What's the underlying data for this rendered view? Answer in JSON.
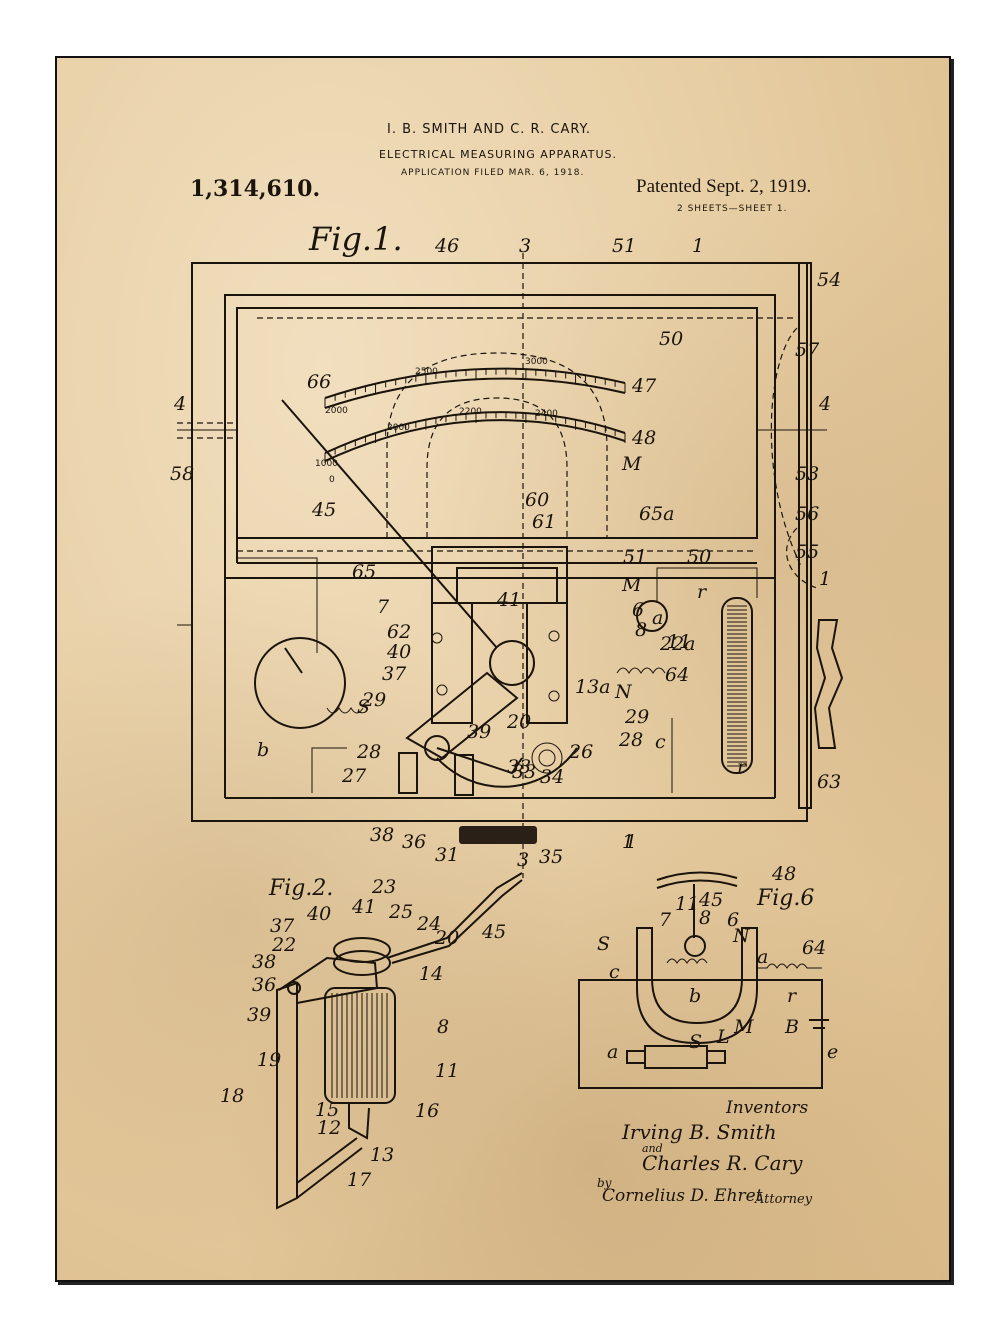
{
  "header": {
    "authors": "I. B. SMITH AND C. R. CARY.",
    "title": "ELECTRICAL MEASURING APPARATUS.",
    "application": "APPLICATION FILED MAR. 6, 1918.",
    "patent_number": "1,314,610.",
    "patented": "Patented Sept. 2, 1919.",
    "sheets": "2 SHEETS—SHEET 1."
  },
  "figures": {
    "fig1": "Fig.1.",
    "fig2": "Fig.2.",
    "fig6": "Fig.6"
  },
  "scale": {
    "outer": [
      "2000",
      "2500",
      "3000"
    ],
    "inner": [
      "1000",
      "2000",
      "2200",
      "2400"
    ],
    "zero": "0"
  },
  "fig1_labels": [
    "46",
    "3",
    "51",
    "1",
    "54",
    "50",
    "57",
    "66",
    "47",
    "4",
    "4",
    "48",
    "58",
    "M",
    "53",
    "45",
    "60",
    "61",
    "65a",
    "56",
    "55",
    "65",
    "51",
    "50",
    "1",
    "M",
    "7",
    "41",
    "6",
    "8",
    "11",
    "22a",
    "64",
    "a",
    "62",
    "40",
    "37",
    "29",
    "S",
    "28",
    "27",
    "33",
    "38",
    "36",
    "31",
    "3",
    "35",
    "1",
    "13a",
    "N",
    "20",
    "39",
    "29",
    "28",
    "26",
    "c",
    "33",
    "34",
    "r",
    "63",
    "1",
    "b",
    "r"
  ],
  "fig2_labels": [
    "23",
    "41",
    "25",
    "24",
    "20",
    "37",
    "40",
    "22",
    "38",
    "36",
    "14",
    "39",
    "8",
    "19",
    "11",
    "18",
    "15",
    "12",
    "16",
    "13",
    "17",
    "45"
  ],
  "fig6_labels": [
    "48",
    "11",
    "45",
    "7",
    "8",
    "6",
    "S",
    "N",
    "a",
    "64",
    "c",
    "b",
    "r",
    "M",
    "B",
    "S",
    "L",
    "a",
    "e"
  ],
  "footer": {
    "inventors_label": "Inventors",
    "inventor1": "Irving B. Smith",
    "and": "and",
    "inventor2": "Charles R. Cary",
    "by": "by",
    "attorney": "Cornelius D. Ehret",
    "attorney_suffix": "Attorney"
  },
  "colors": {
    "paper": "#e8cfa5",
    "ink": "#1b140c",
    "frame": "#111111"
  }
}
